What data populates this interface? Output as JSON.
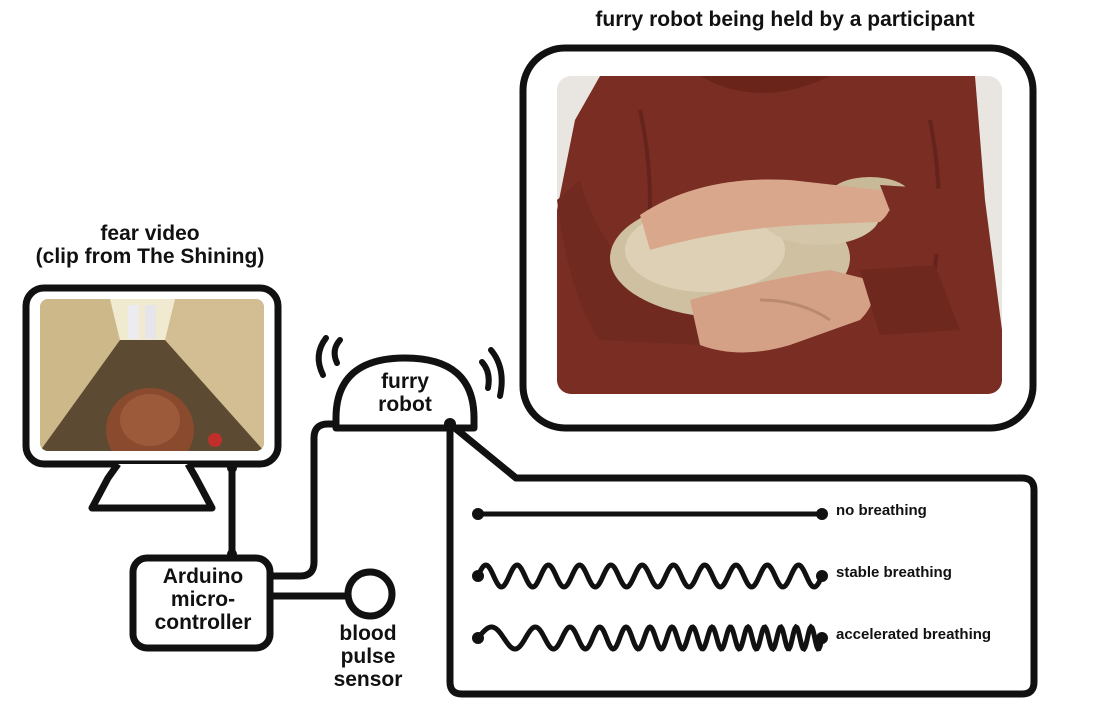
{
  "photo": {
    "title": "furry robot being held by a participant"
  },
  "video": {
    "title_line1": "fear video",
    "title_line2": "(clip from The Shining)"
  },
  "robot": {
    "label_line1": "furry",
    "label_line2": "robot"
  },
  "controller": {
    "label_line1": "Arduino",
    "label_line2": "micro-",
    "label_line3": "controller"
  },
  "sensor": {
    "label_line1": "blood",
    "label_line2": "pulse",
    "label_line3": "sensor"
  },
  "breathing_modes": [
    {
      "label": "no breathing"
    },
    {
      "label": "stable breathing"
    },
    {
      "label": "accelerated breathing"
    }
  ],
  "colors": {
    "stroke": "#111111",
    "shirt": "#7a2d22",
    "fur": "#cfc0a2",
    "skin": "#d9a88c",
    "wall": "#e9e6e2"
  }
}
